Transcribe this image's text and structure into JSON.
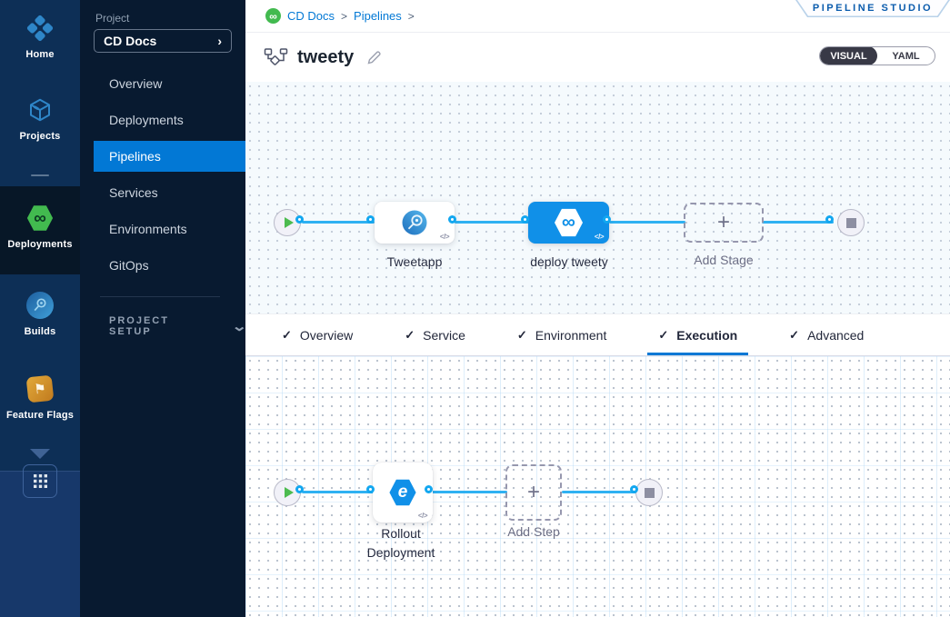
{
  "colors": {
    "accent": "#0278d5",
    "node_blue": "#1090e8",
    "wire_blue": "#2fb1f2",
    "success_green": "#42ba4f"
  },
  "glyphs": {
    "check": "✓",
    "plus": "+",
    "code": "</>",
    "infinity": "∞",
    "chevron_right": "›",
    "chevron_down": "⌄",
    "flag": "⚑",
    "rollout": "e"
  },
  "nav_rail": {
    "items": [
      {
        "label": "Home",
        "icon": "home-icon"
      },
      {
        "label": "Projects",
        "icon": "projects-icon"
      },
      {
        "label": "Deployments",
        "icon": "deployments-icon",
        "active": true
      },
      {
        "label": "Builds",
        "icon": "builds-icon"
      },
      {
        "label": "Feature Flags",
        "icon": "feature-flags-icon"
      }
    ]
  },
  "project_panel": {
    "section_label": "Project",
    "selector_value": "CD Docs",
    "items": [
      {
        "label": "Overview"
      },
      {
        "label": "Deployments"
      },
      {
        "label": "Pipelines",
        "active": true
      },
      {
        "label": "Services"
      },
      {
        "label": "Environments"
      },
      {
        "label": "GitOps"
      }
    ],
    "setup_label": "PROJECT SETUP"
  },
  "header": {
    "breadcrumb": {
      "items": [
        {
          "label": "CD Docs"
        },
        {
          "label": "Pipelines"
        }
      ],
      "separator": ">"
    },
    "studio_badge": "PIPELINE STUDIO",
    "pipeline_name": "tweety",
    "view_toggle": {
      "visual": "VISUAL",
      "yaml": "YAML",
      "selected": "VISUAL"
    }
  },
  "stage_pipeline": {
    "stages": [
      {
        "name": "Tweetapp",
        "type": "ci"
      },
      {
        "name": "deploy tweety",
        "type": "cd",
        "selected": true
      }
    ],
    "add_label": "Add Stage"
  },
  "config_tabs": {
    "items": [
      {
        "label": "Overview",
        "checked": true
      },
      {
        "label": "Service",
        "checked": true
      },
      {
        "label": "Environment",
        "checked": true
      },
      {
        "label": "Execution",
        "checked": true,
        "active": true
      },
      {
        "label": "Advanced",
        "checked": true
      }
    ]
  },
  "execution_pipeline": {
    "steps": [
      {
        "name": "Rollout Deployment",
        "type": "rollout"
      }
    ],
    "add_label": "Add Step"
  }
}
